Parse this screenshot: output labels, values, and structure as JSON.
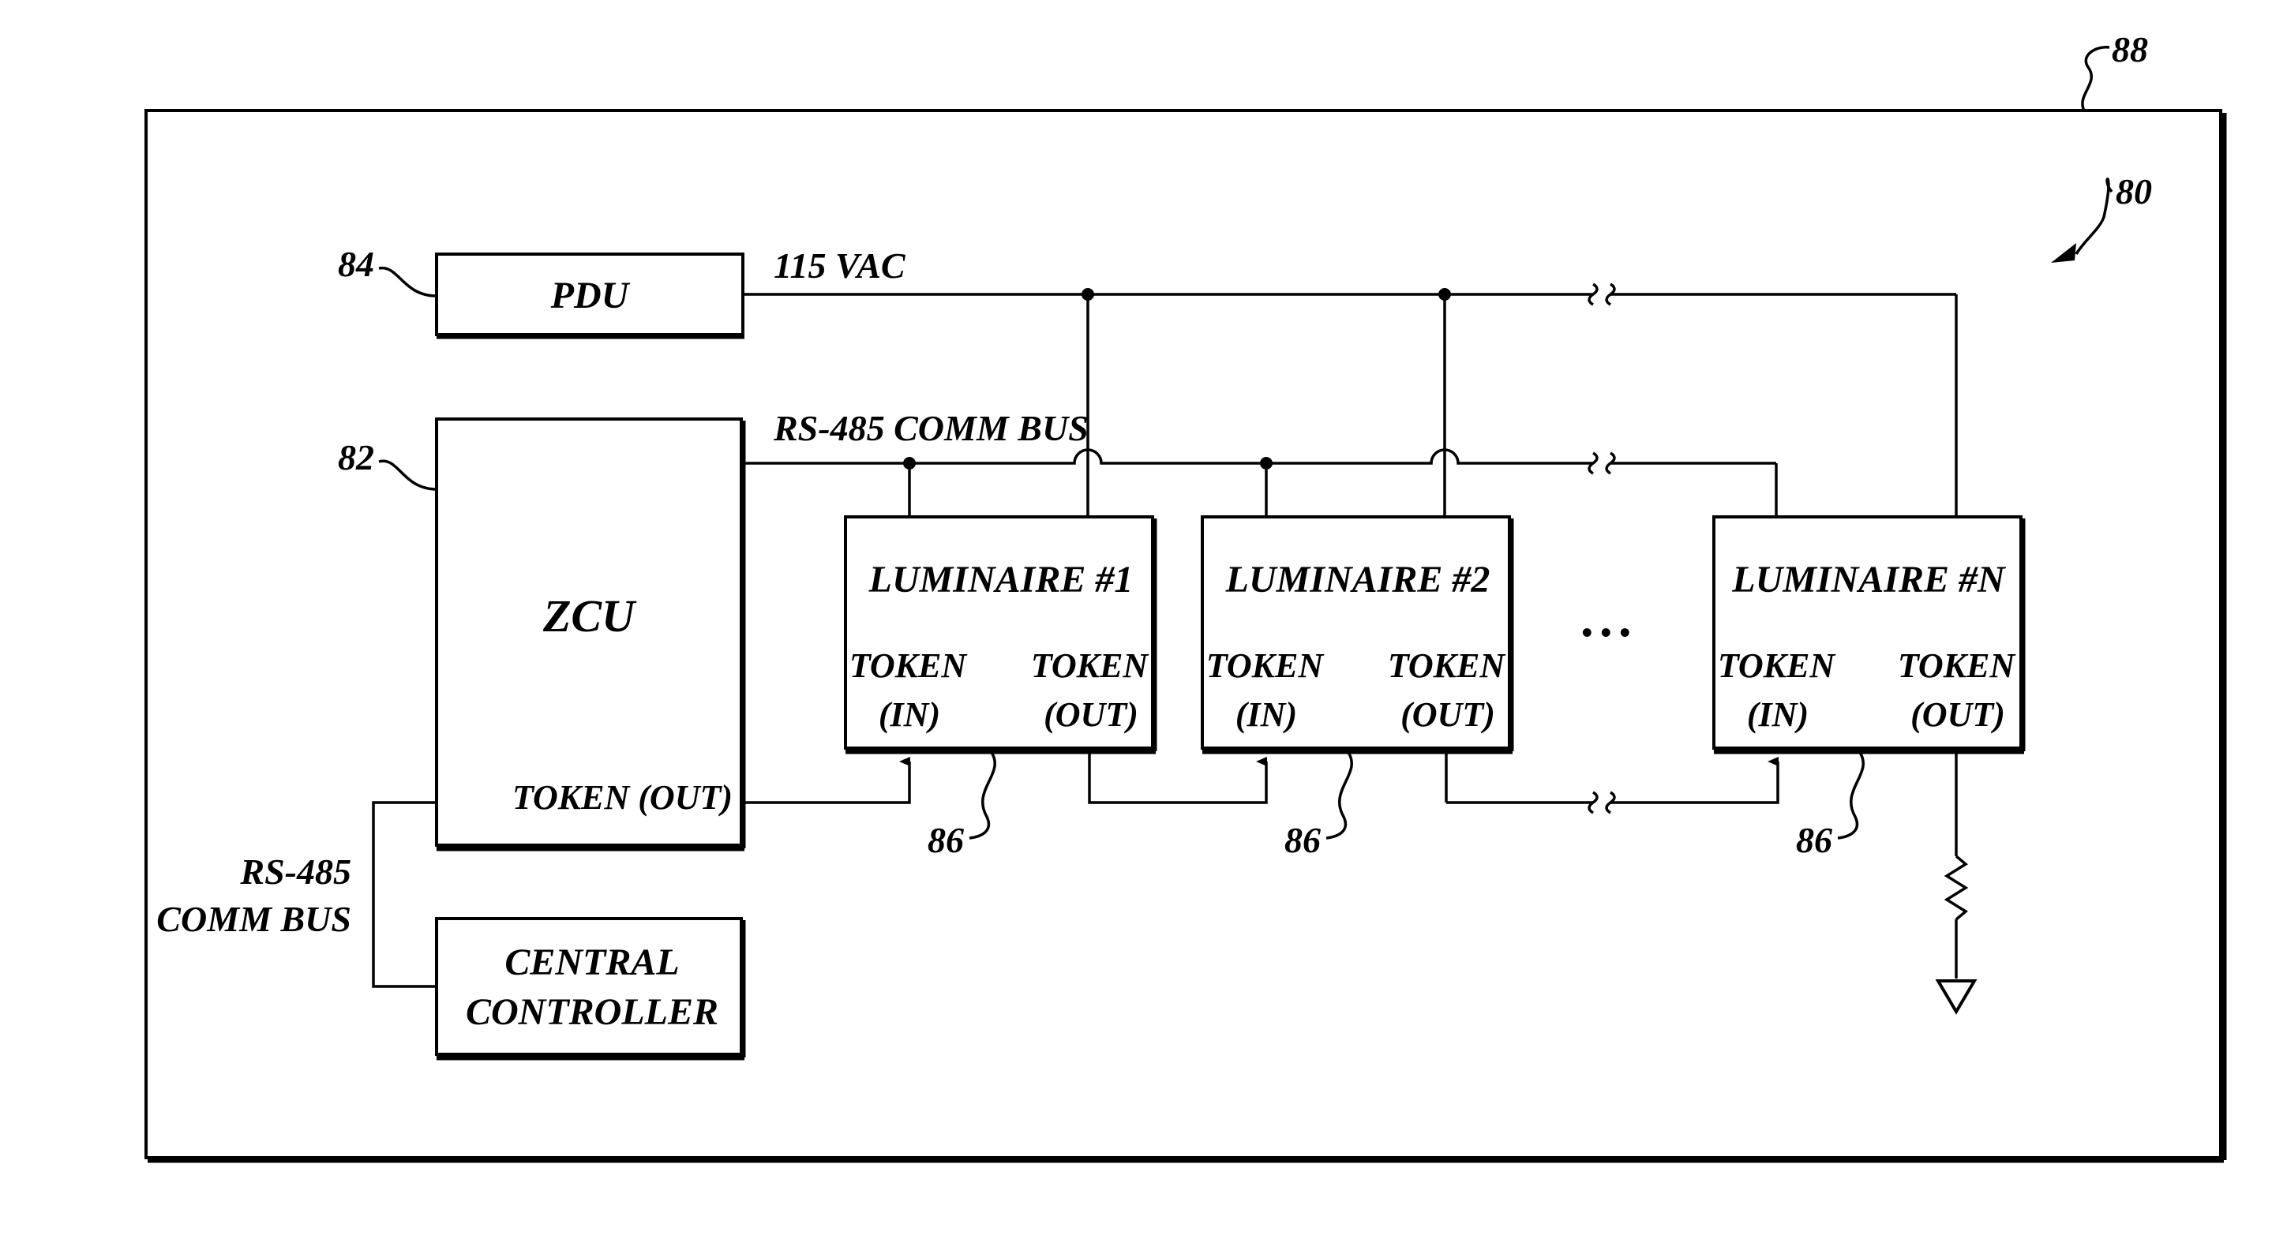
{
  "refs": {
    "enclosure": "88",
    "system": "80",
    "pdu": "84",
    "zcu": "82",
    "luminaire_1": "86",
    "luminaire_2": "86",
    "luminaire_n": "86"
  },
  "buses": {
    "power": "115 VAC",
    "comm": "RS-485 COMM BUS",
    "controller_comm_line1": "RS-485",
    "controller_comm_line2": "COMM BUS"
  },
  "pdu": {
    "label": "PDU"
  },
  "zcu": {
    "label": "ZCU",
    "token_out": "TOKEN (OUT)"
  },
  "central_controller": {
    "line1": "CENTRAL",
    "line2": "CONTROLLER"
  },
  "luminaires": [
    {
      "title": "LUMINAIRE #1",
      "in_top": "TOKEN",
      "in_bottom": "(IN)",
      "out_top": "TOKEN",
      "out_bottom": "(OUT)"
    },
    {
      "title": "LUMINAIRE #2",
      "in_top": "TOKEN",
      "in_bottom": "(IN)",
      "out_top": "TOKEN",
      "out_bottom": "(OUT)"
    },
    {
      "title": "LUMINAIRE #N",
      "in_top": "TOKEN",
      "in_bottom": "(IN)",
      "out_top": "TOKEN",
      "out_bottom": "(OUT)"
    }
  ],
  "ellipsis": "• • •"
}
